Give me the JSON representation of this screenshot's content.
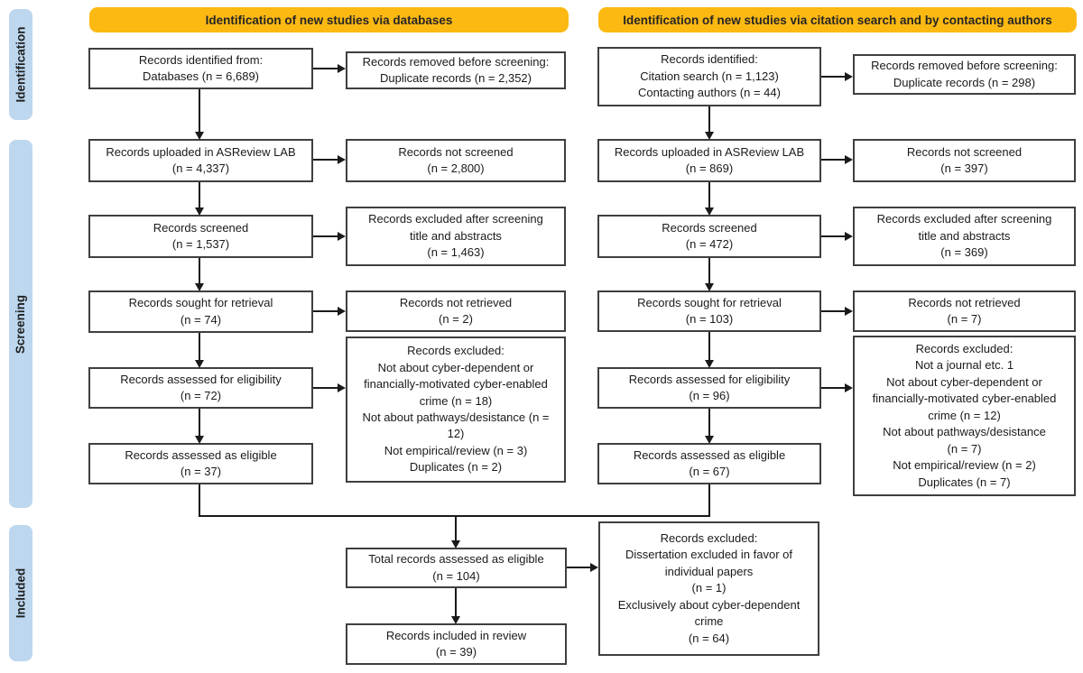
{
  "colors": {
    "banner_bg": "#FCB912",
    "stage_bg": "#BDD7EE",
    "box_border": "#3f3f3f",
    "arrow": "#1a1a1a",
    "text": "#1a1a1a"
  },
  "banners": {
    "databases": "Identification of new studies via databases",
    "citation": "Identification of new studies via citation search and by contacting authors"
  },
  "stages": {
    "identification": "Identification",
    "screening": "Screening",
    "included": "Included"
  },
  "db_flow": {
    "identified": "Records identified from:\nDatabases (n = 6,689)",
    "duplicates_removed": "Records removed before screening:\nDuplicate records (n = 2,352)",
    "uploaded": "Records uploaded in ASReview LAB\n(n = 4,337)",
    "not_screened": "Records not screened\n(n = 2,800)",
    "screened": "Records screened\n(n = 1,537)",
    "excluded_screening": "Records excluded after screening\ntitle and abstracts\n(n = 1,463)",
    "sought": "Records sought for retrieval\n(n = 74)",
    "not_retrieved": "Records not retrieved\n(n = 2)",
    "assessed": "Records assessed for eligibility\n(n = 72)",
    "excluded_eligibility": "Records excluded:\nNot about cyber-dependent or\nfinancially-motivated cyber-enabled\ncrime (n = 18)\nNot about pathways/desistance (n =\n12)\nNot empirical/review (n = 3)\nDuplicates (n = 2)",
    "eligible": "Records assessed as eligible\n(n = 37)"
  },
  "citation_flow": {
    "identified": "Records identified:\nCitation search (n = 1,123)\nContacting authors (n = 44)",
    "duplicates_removed": "Records removed before screening:\nDuplicate records (n = 298)",
    "uploaded": "Records uploaded in ASReview LAB\n(n = 869)",
    "not_screened": "Records not screened\n(n = 397)",
    "screened": "Records screened\n(n = 472)",
    "excluded_screening": "Records excluded after screening\ntitle and abstracts\n(n = 369)",
    "sought": "Records sought for retrieval\n(n = 103)",
    "not_retrieved": "Records not retrieved\n(n = 7)",
    "assessed": "Records assessed for eligibility\n(n = 96)",
    "excluded_eligibility": "Records excluded:\nNot a journal etc. 1\nNot about cyber-dependent or\nfinancially-motivated cyber-enabled\ncrime (n = 12)\nNot about pathways/desistance\n(n = 7)\nNot empirical/review (n = 2)\nDuplicates (n = 7)",
    "eligible": "Records assessed as eligible\n(n = 67)"
  },
  "combined": {
    "total_eligible": "Total records assessed as eligible\n(n = 104)",
    "excluded_final": "Records excluded:\nDissertation excluded in favor of\nindividual papers\n(n = 1)\nExclusively about cyber-dependent\ncrime\n(n = 64)",
    "included_review": "Records included in review\n(n = 39)"
  }
}
